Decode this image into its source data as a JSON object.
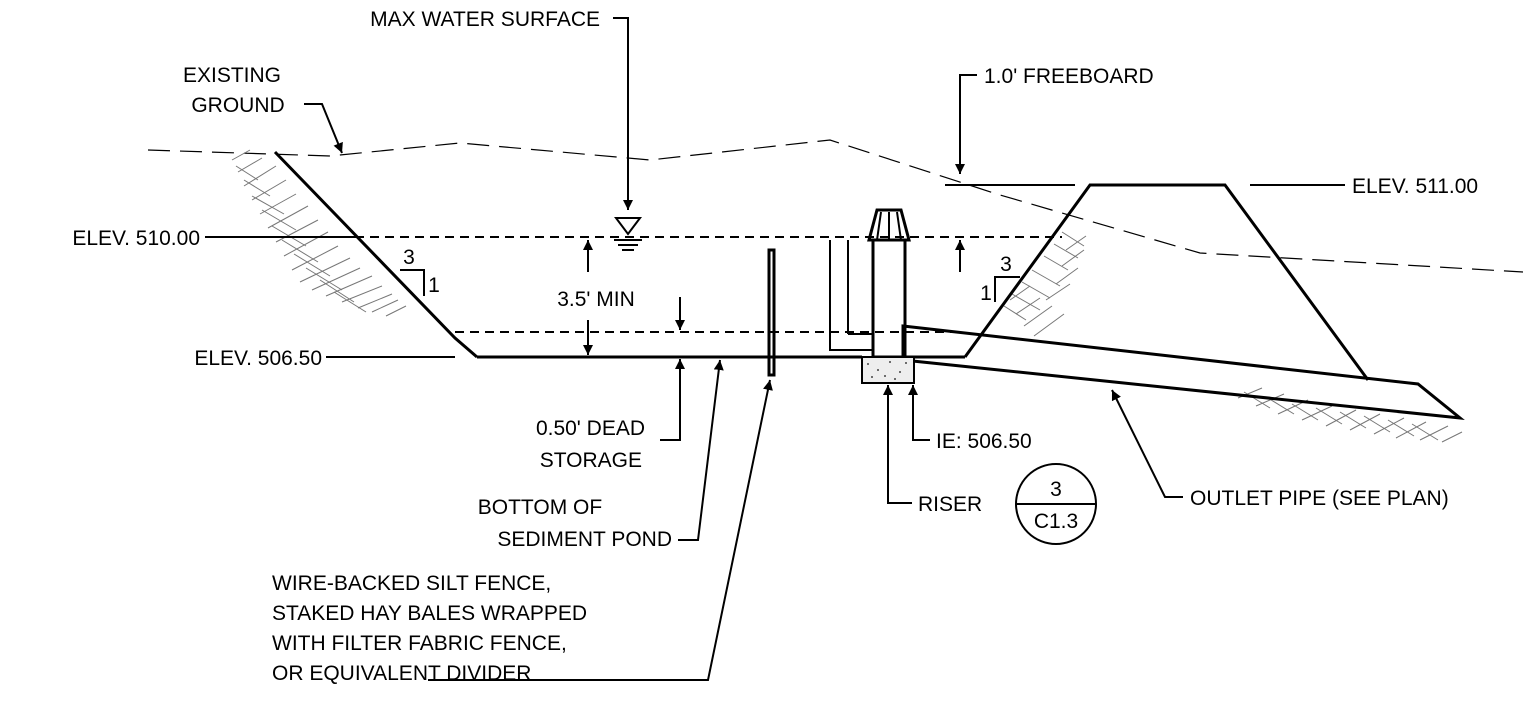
{
  "labels": {
    "max_water_surface": "MAX WATER SURFACE",
    "existing_ground_1": "EXISTING",
    "existing_ground_2": "GROUND",
    "freeboard": "1.0' FREEBOARD",
    "elev_511": "ELEV. 511.00",
    "elev_510": "ELEV. 510.00",
    "elev_506": "ELEV. 506.50",
    "min_depth": "3.5' MIN",
    "dead_storage_1": "0.50' DEAD",
    "dead_storage_2": "STORAGE",
    "ie": "IE: 506.50",
    "riser": "RISER",
    "outlet_pipe": "OUTLET PIPE (SEE PLAN)",
    "bottom_1": "BOTTOM OF",
    "bottom_2": "SEDIMENT POND",
    "divider_1": "WIRE-BACKED SILT FENCE,",
    "divider_2": "STAKED HAY BALES WRAPPED",
    "divider_3": "WITH FILTER FABRIC FENCE,",
    "divider_4": "OR EQUIVALENT DIVIDER",
    "slope_run_left": "3",
    "slope_rise_left": "1",
    "slope_run_right": "3",
    "slope_rise_right": "1"
  },
  "detail_callout": {
    "number": "3",
    "sheet": "C1.3"
  },
  "colors": {
    "line": "#000000",
    "hatch": "#777777",
    "background": "#ffffff"
  }
}
